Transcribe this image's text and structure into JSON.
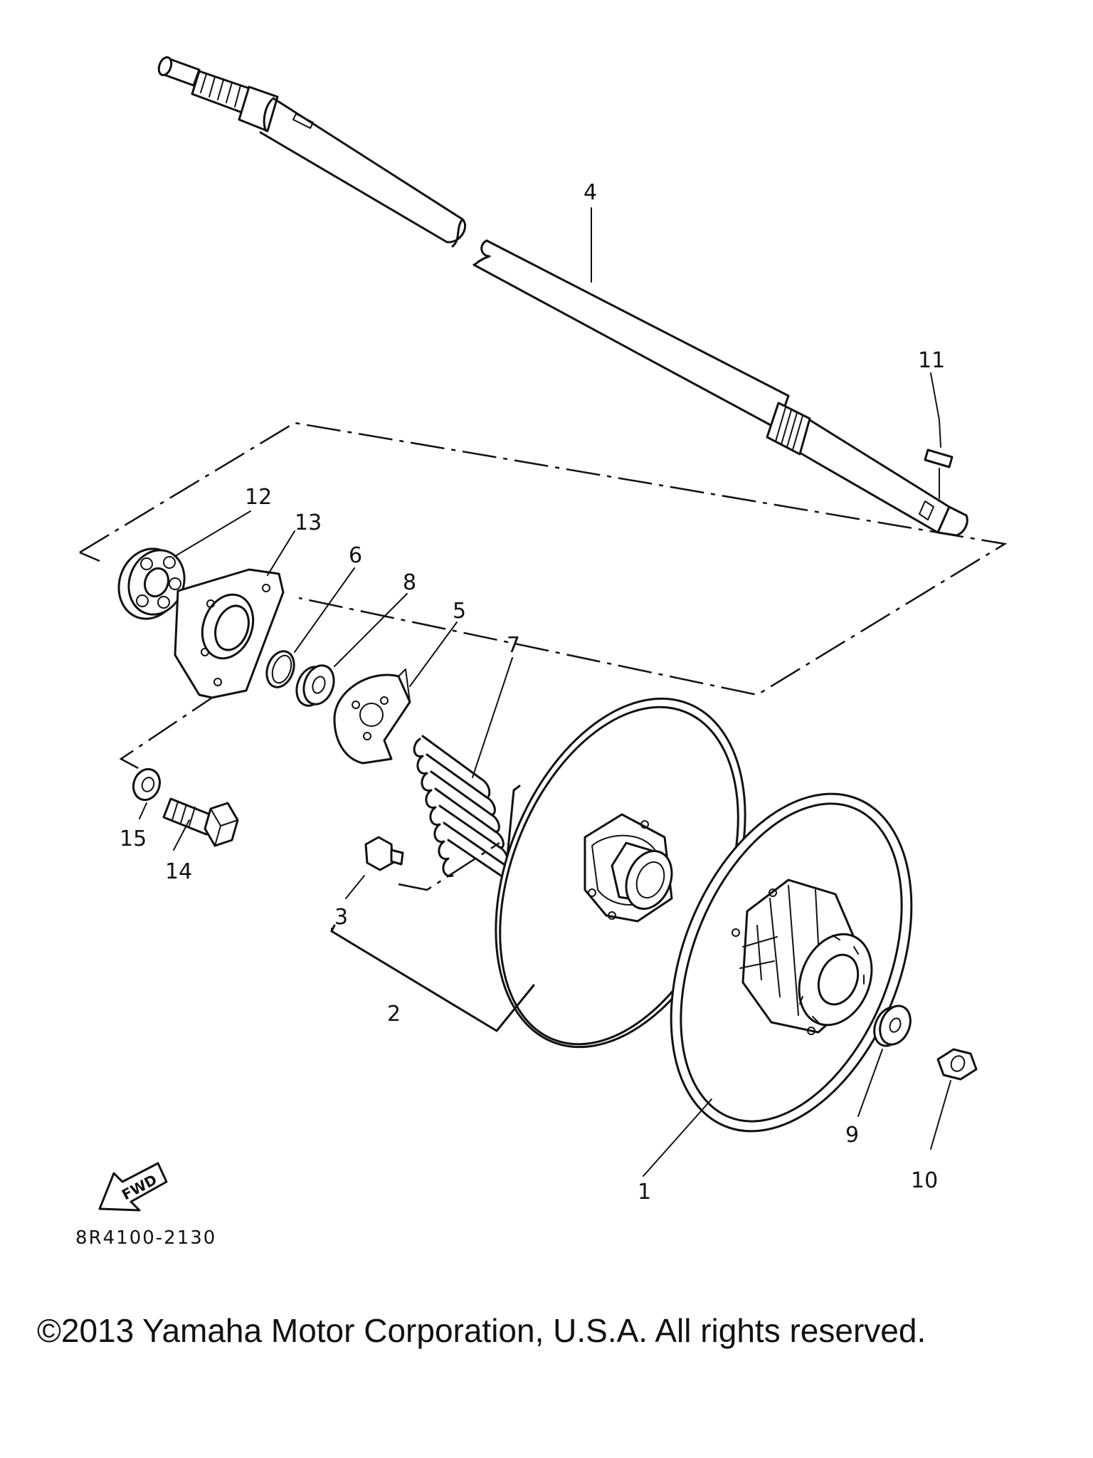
{
  "diagram": {
    "drawing_code": "8R4100-2130",
    "copyright": "©2013 Yamaha Motor Corporation, U.S.A. All rights reserved.",
    "fwd_label": "FWD",
    "callouts": {
      "c1": "1",
      "c2": "2",
      "c3": "3",
      "c4": "4",
      "c5": "5",
      "c6": "6",
      "c7": "7",
      "c8": "8",
      "c9": "9",
      "c10": "10",
      "c11": "11",
      "c12": "12",
      "c13": "13",
      "c14": "14",
      "c15": "15"
    }
  }
}
